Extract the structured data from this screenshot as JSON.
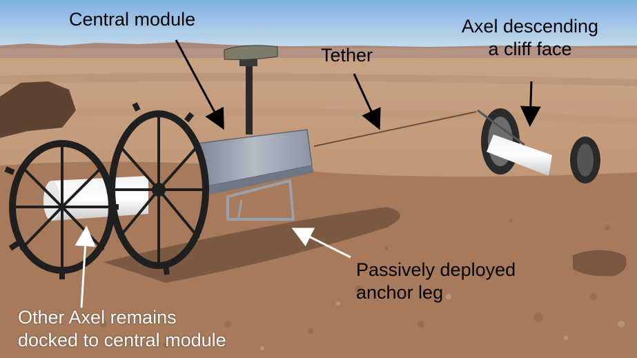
{
  "annotations": {
    "central_module": "Central module",
    "tether": "Tether",
    "axel_descending_line1": "Axel descending",
    "axel_descending_line2": "a cliff face",
    "anchor_leg_line1": "Passively deployed",
    "anchor_leg_line2": "anchor leg",
    "other_axel_line1": "Other Axel remains",
    "other_axel_line2": "docked to central module"
  },
  "colors": {
    "sky": "#8fb7df",
    "terrain": "#b88d6b",
    "arrow_dark": "#000000",
    "arrow_light": "#ffffff"
  }
}
